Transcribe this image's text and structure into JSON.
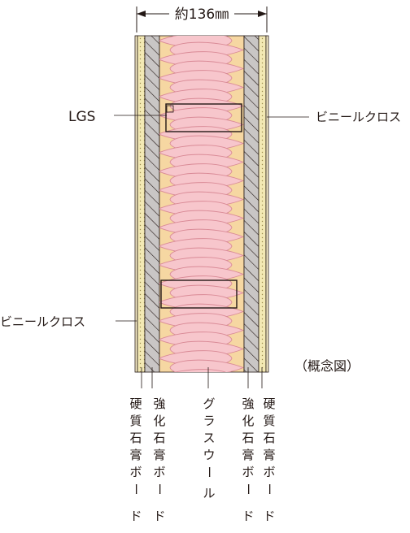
{
  "dimension": {
    "text": "約136㎜"
  },
  "labels": {
    "lgs": "LGS",
    "vinyl_right": "ビニールクロス",
    "vinyl_left": "ビニールクロス",
    "concept": "（概念図）"
  },
  "bottom_labels": {
    "hard_gypsum_left": [
      "硬",
      "質",
      "石",
      "膏",
      "ボ",
      "ー",
      "ド"
    ],
    "reinforced_gypsum_left": [
      "強",
      "化",
      "石",
      "膏",
      "ボ",
      "ー",
      "ド"
    ],
    "glass_wool": [
      "グ",
      "ラ",
      "ス",
      "ウ",
      "ー",
      "ル"
    ],
    "reinforced_gypsum_right": [
      "強",
      "化",
      "石",
      "膏",
      "ボ",
      "ー",
      "ド"
    ],
    "hard_gypsum_right": [
      "硬",
      "質",
      "石",
      "膏",
      "ボ",
      "ー",
      "ド"
    ]
  },
  "colors": {
    "core": "#f6d7a2",
    "wool": "#f7c6cc",
    "wool_stroke": "#d98a96",
    "gypsum": "#f3e9b4",
    "reinforced": "#c9c6c5",
    "line": "#231815"
  }
}
